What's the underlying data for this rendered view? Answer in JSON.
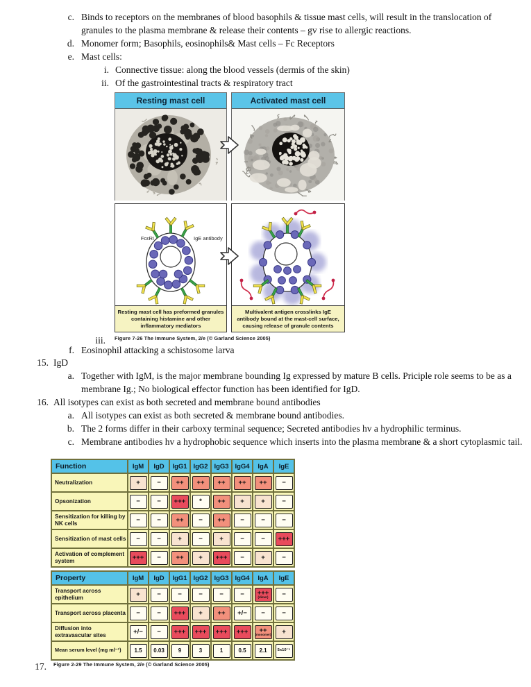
{
  "colors": {
    "header_blue": "#5bc4e8",
    "caption_yellow": "#f6f3c2",
    "table_label_yellow": "#f9f6b9",
    "cell_red": "#e84b5c",
    "cell_salmon": "#f2907c",
    "cell_pink": "#f8e3d0",
    "granule_purple": "#6a68b8",
    "antibody_yellow": "#f2e14c",
    "receptor_green": "#3aa048",
    "antigen_red": "#cf2b4a"
  },
  "list": {
    "c": {
      "marker": "c.",
      "text": "Binds to receptors on the membranes of blood basophils & tissue mast cells, will result in the translocation of granules to the plasma membrane & release their contents – gv rise to allergic reactions."
    },
    "d": {
      "marker": "d.",
      "text": "Monomer form;  Basophils, eosinophils& Mast cells – Fc Receptors"
    },
    "e": {
      "marker": "e.",
      "text": "Mast cells:"
    },
    "i": {
      "marker": "i.",
      "text": "Connective tissue: along the blood vessels (dermis of the skin)"
    },
    "ii": {
      "marker": "ii.",
      "text": "Of the gastrointestinal tracts & respiratory tract"
    },
    "iii": {
      "marker": "iii."
    },
    "f": {
      "marker": "f.",
      "text": "Eosinophil attacking a schistosome larva"
    },
    "n15": {
      "marker": "15.",
      "text": "IgD"
    },
    "n15a": {
      "marker": "a.",
      "text": "Together with IgM, is the major membrane bounding Ig expressed by mature B cells. Priciple role seems to be as a membrane Ig.;  No biological effector function has been identified for IgD."
    },
    "n16": {
      "marker": "16.",
      "text": "All isotypes can exist as both secreted and membrane bound antibodies"
    },
    "n16a": {
      "marker": "a.",
      "text": "All isotypes can exist as both secreted & membrane bound antibodies."
    },
    "n16b": {
      "marker": "b.",
      "text": "The 2 forms differ in their carboxy terminal sequence;  Secreted antibodies hv a hydrophilic terminus."
    },
    "n16c": {
      "marker": "c.",
      "text": "Membrane antibodies hv a hydrophobic sequence which inserts into the plasma membrane & a short cytoplasmic tail."
    },
    "n17": {
      "marker": "17."
    }
  },
  "figure1": {
    "panel_titles": {
      "resting": "Resting mast cell",
      "activated": "Activated mast cell"
    },
    "labels": {
      "receptor": "FcεRI",
      "antibody": "IgE antibody"
    },
    "captions": {
      "resting": "Resting mast cell has preformed granules containing histamine and other inflammatory mediators",
      "activated": "Multivalent antigen crosslinks IgE antibody bound at the mast-cell surface, causing release of granule contents"
    },
    "figure_caption": "Figure 7-26  The Immune System, 2/e (© Garland Science 2005)"
  },
  "figure2_caption": "Figure 2-29  The Immune System, 2/e (© Garland Science 2005)",
  "tables": {
    "columns": [
      "IgM",
      "IgD",
      "IgG1",
      "IgG2",
      "IgG3",
      "IgG4",
      "IgA",
      "IgE"
    ],
    "function_table": {
      "header": "Function",
      "rows": [
        {
          "label": "Neutralization",
          "cells": [
            {
              "v": "+",
              "bg": "p"
            },
            {
              "v": "−",
              "bg": "w"
            },
            {
              "v": "++",
              "bg": "s"
            },
            {
              "v": "++",
              "bg": "s"
            },
            {
              "v": "++",
              "bg": "s"
            },
            {
              "v": "++",
              "bg": "s"
            },
            {
              "v": "++",
              "bg": "s"
            },
            {
              "v": "−",
              "bg": "w"
            }
          ]
        },
        {
          "label": "Opsonization",
          "cells": [
            {
              "v": "−",
              "bg": "w"
            },
            {
              "v": "−",
              "bg": "w"
            },
            {
              "v": "+++",
              "bg": "r"
            },
            {
              "v": "*",
              "bg": "w"
            },
            {
              "v": "++",
              "bg": "s"
            },
            {
              "v": "+",
              "bg": "p"
            },
            {
              "v": "+",
              "bg": "p"
            },
            {
              "v": "−",
              "bg": "w"
            }
          ]
        },
        {
          "label": "Sensitization for killing by NK cells",
          "cells": [
            {
              "v": "−",
              "bg": "w"
            },
            {
              "v": "−",
              "bg": "w"
            },
            {
              "v": "++",
              "bg": "s"
            },
            {
              "v": "−",
              "bg": "w"
            },
            {
              "v": "++",
              "bg": "s"
            },
            {
              "v": "−",
              "bg": "w"
            },
            {
              "v": "−",
              "bg": "w"
            },
            {
              "v": "−",
              "bg": "w"
            }
          ]
        },
        {
          "label": "Sensitization of  mast cells",
          "cells": [
            {
              "v": "−",
              "bg": "w"
            },
            {
              "v": "−",
              "bg": "w"
            },
            {
              "v": "+",
              "bg": "p"
            },
            {
              "v": "−",
              "bg": "w"
            },
            {
              "v": "+",
              "bg": "p"
            },
            {
              "v": "−",
              "bg": "w"
            },
            {
              "v": "−",
              "bg": "w"
            },
            {
              "v": "+++",
              "bg": "r"
            }
          ]
        },
        {
          "label": "Activation of complement system",
          "cells": [
            {
              "v": "+++",
              "bg": "r"
            },
            {
              "v": "−",
              "bg": "w"
            },
            {
              "v": "++",
              "bg": "s"
            },
            {
              "v": "+",
              "bg": "p"
            },
            {
              "v": "+++",
              "bg": "r"
            },
            {
              "v": "−",
              "bg": "w"
            },
            {
              "v": "+",
              "bg": "p"
            },
            {
              "v": "−",
              "bg": "w"
            }
          ]
        }
      ]
    },
    "property_table": {
      "header": "Property",
      "rows": [
        {
          "label": "Transport across epithelium",
          "cells": [
            {
              "v": "+",
              "bg": "p"
            },
            {
              "v": "−",
              "bg": "w"
            },
            {
              "v": "−",
              "bg": "w"
            },
            {
              "v": "−",
              "bg": "w"
            },
            {
              "v": "−",
              "bg": "w"
            },
            {
              "v": "−",
              "bg": "w"
            },
            {
              "v": "+++",
              "bg": "r",
              "sub": "(dimer)"
            },
            {
              "v": "−",
              "bg": "w"
            }
          ]
        },
        {
          "label": "Transport across placenta",
          "cells": [
            {
              "v": "−",
              "bg": "w"
            },
            {
              "v": "−",
              "bg": "w"
            },
            {
              "v": "+++",
              "bg": "r"
            },
            {
              "v": "+",
              "bg": "p"
            },
            {
              "v": "++",
              "bg": "s"
            },
            {
              "v": "+/−",
              "bg": "w"
            },
            {
              "v": "−",
              "bg": "w"
            },
            {
              "v": "−",
              "bg": "w"
            }
          ]
        },
        {
          "label": "Diffusion into extravascular sites",
          "cells": [
            {
              "v": "+/−",
              "bg": "w"
            },
            {
              "v": "−",
              "bg": "w"
            },
            {
              "v": "+++",
              "bg": "r"
            },
            {
              "v": "+++",
              "bg": "r"
            },
            {
              "v": "+++",
              "bg": "r"
            },
            {
              "v": "+++",
              "bg": "r"
            },
            {
              "v": "++",
              "bg": "s",
              "sub": "(monomer)"
            },
            {
              "v": "+",
              "bg": "p"
            }
          ]
        },
        {
          "label": "Mean serum level (mg ml⁻¹)",
          "small": true,
          "nums": true,
          "cells": [
            {
              "v": "1.5",
              "bg": "w"
            },
            {
              "v": "0.03",
              "bg": "w"
            },
            {
              "v": "9",
              "bg": "w"
            },
            {
              "v": "3",
              "bg": "w"
            },
            {
              "v": "1",
              "bg": "w"
            },
            {
              "v": "0.5",
              "bg": "w"
            },
            {
              "v": "2.1",
              "bg": "w"
            },
            {
              "v": "5x10⁻⁵",
              "bg": "w",
              "small": true
            }
          ]
        }
      ]
    }
  }
}
